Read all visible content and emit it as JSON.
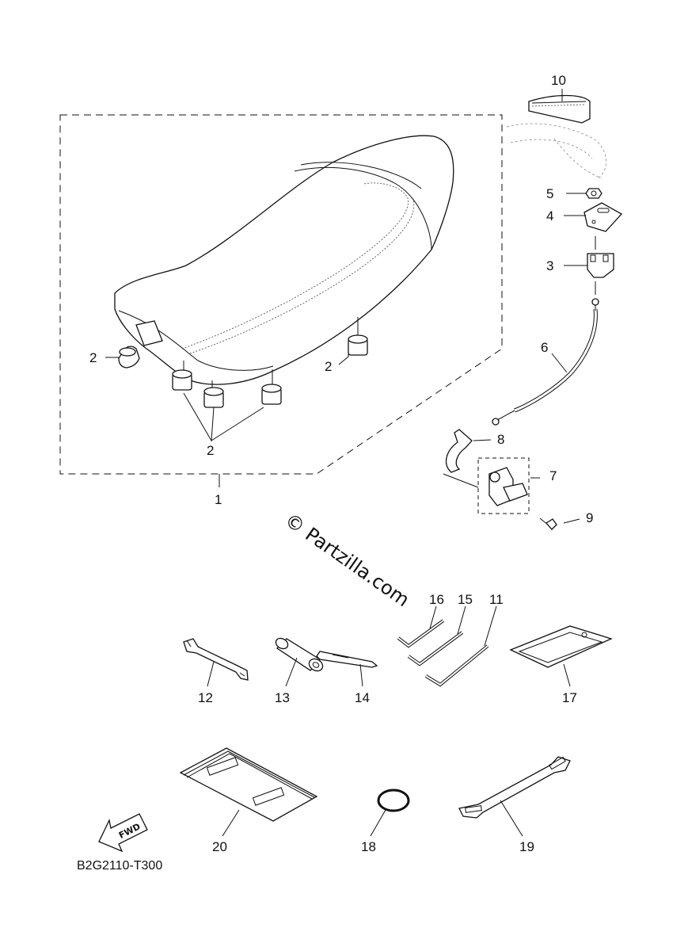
{
  "diagram_code": "B2G2110-T300",
  "watermark": "© Partzilla.com",
  "fwd_label": "FWD",
  "callouts": {
    "c1": "1",
    "c2a": "2",
    "c2b": "2",
    "c2c": "2",
    "c3": "3",
    "c4": "4",
    "c5": "5",
    "c6": "6",
    "c7": "7",
    "c8": "8",
    "c9": "9",
    "c10": "10",
    "c11": "11",
    "c12": "12",
    "c13": "13",
    "c14": "14",
    "c15": "15",
    "c16": "16",
    "c17": "17",
    "c18": "18",
    "c19": "19",
    "c20": "20"
  }
}
